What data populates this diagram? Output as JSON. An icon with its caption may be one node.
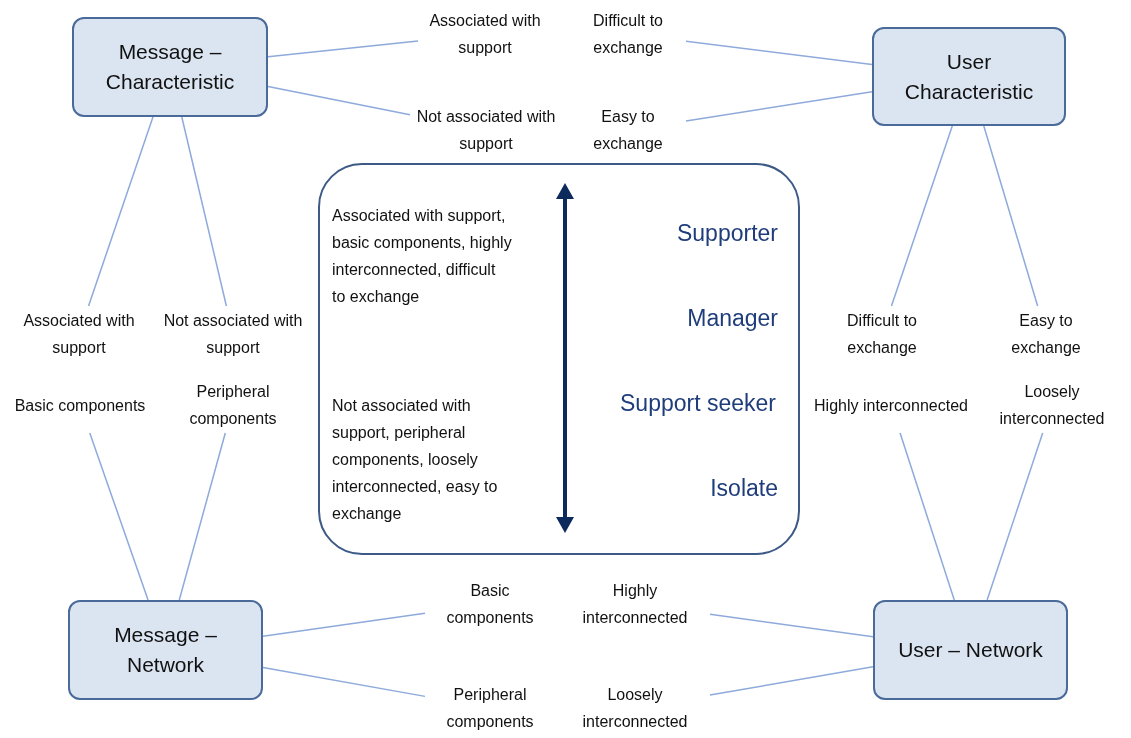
{
  "diagram": {
    "nodes": [
      {
        "text": [
          "Message – Characteristic"
        ]
      },
      {
        "text": [
          "Associated with support"
        ]
      },
      {
        "text": [
          "Difficult to exchange"
        ]
      },
      {
        "text": [
          "User Characteristic"
        ]
      },
      {
        "text": [
          "Not associated with support"
        ]
      },
      {
        "text": [
          "Easy to exchange"
        ]
      },
      {
        "text": [
          "Associated with support, basic components, highly interconnected, difficult to exchange",
          "Not associated with support, peripheral components, loosely interconnected, easy to exchange",
          "Supporter",
          "Manager",
          "Support seeker",
          "Isolate"
        ]
      },
      {
        "text": [
          "Associated with support"
        ]
      },
      {
        "text": [
          "Not associated with support"
        ]
      },
      {
        "text": [
          "Difficult to exchange"
        ]
      },
      {
        "text": [
          "Easy to exchange"
        ]
      },
      {
        "text": [
          "Basic components"
        ]
      },
      {
        "text": [
          "Peripheral components"
        ]
      },
      {
        "text": [
          "Highly interconnected"
        ]
      },
      {
        "text": [
          "Loosely interconnected"
        ]
      },
      {
        "text": [
          "Message – Network"
        ]
      },
      {
        "text": [
          "Basic components"
        ]
      },
      {
        "text": [
          "Highly interconnected"
        ]
      },
      {
        "text": [
          "User – Network"
        ]
      },
      {
        "text": [
          "Peripheral components"
        ]
      },
      {
        "text": [
          "Loosely interconnected"
        ]
      }
    ],
    "edges": [
      {
        "from": 0,
        "to": 1,
        "arrow": "none"
      },
      {
        "from": 0,
        "to": 4,
        "arrow": "none"
      },
      {
        "from": 2,
        "to": 3,
        "arrow": "none"
      },
      {
        "from": 5,
        "to": 3,
        "arrow": "none"
      },
      {
        "from": 0,
        "to": 7,
        "arrow": "none"
      },
      {
        "from": 0,
        "to": 8,
        "arrow": "none"
      },
      {
        "from": 3,
        "to": 9,
        "arrow": "none"
      },
      {
        "from": 3,
        "to": 10,
        "arrow": "none"
      },
      {
        "from": 11,
        "to": 15,
        "arrow": "none"
      },
      {
        "from": 12,
        "to": 15,
        "arrow": "none"
      },
      {
        "from": 13,
        "to": 18,
        "arrow": "none"
      },
      {
        "from": 14,
        "to": 18,
        "arrow": "none"
      },
      {
        "from": 15,
        "to": 16,
        "arrow": "none"
      },
      {
        "from": 15,
        "to": 19,
        "arrow": "none"
      },
      {
        "from": 17,
        "to": 18,
        "arrow": "none"
      },
      {
        "from": 20,
        "to": 18,
        "arrow": "none"
      }
    ]
  }
}
